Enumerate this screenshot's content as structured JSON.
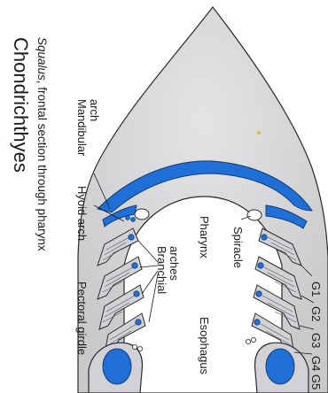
{
  "title": "Chondrichthyes",
  "subtitle_italic": "Squalus",
  "subtitle_rest": ", frontal section through pharynx",
  "labels": {
    "mandibular_1": "Mandibular",
    "mandibular_2": "arch",
    "hyoid": "Hyoid arch",
    "branchial_1": "Branchial",
    "branchial_2": "arches",
    "pectoral": "Pectoral girdle",
    "pharynx": "Pharynx",
    "spiracle": "Spiracle",
    "esophagus": "Esophagus",
    "g1": "G1",
    "g2": "G2",
    "g3": "G3",
    "g4g5": "G4 G5"
  },
  "colors": {
    "body_fill": "#d8d8da",
    "cartilage_blue": "#1f6fd6",
    "outline": "#2a2a2a",
    "paper": "#ffffff"
  }
}
